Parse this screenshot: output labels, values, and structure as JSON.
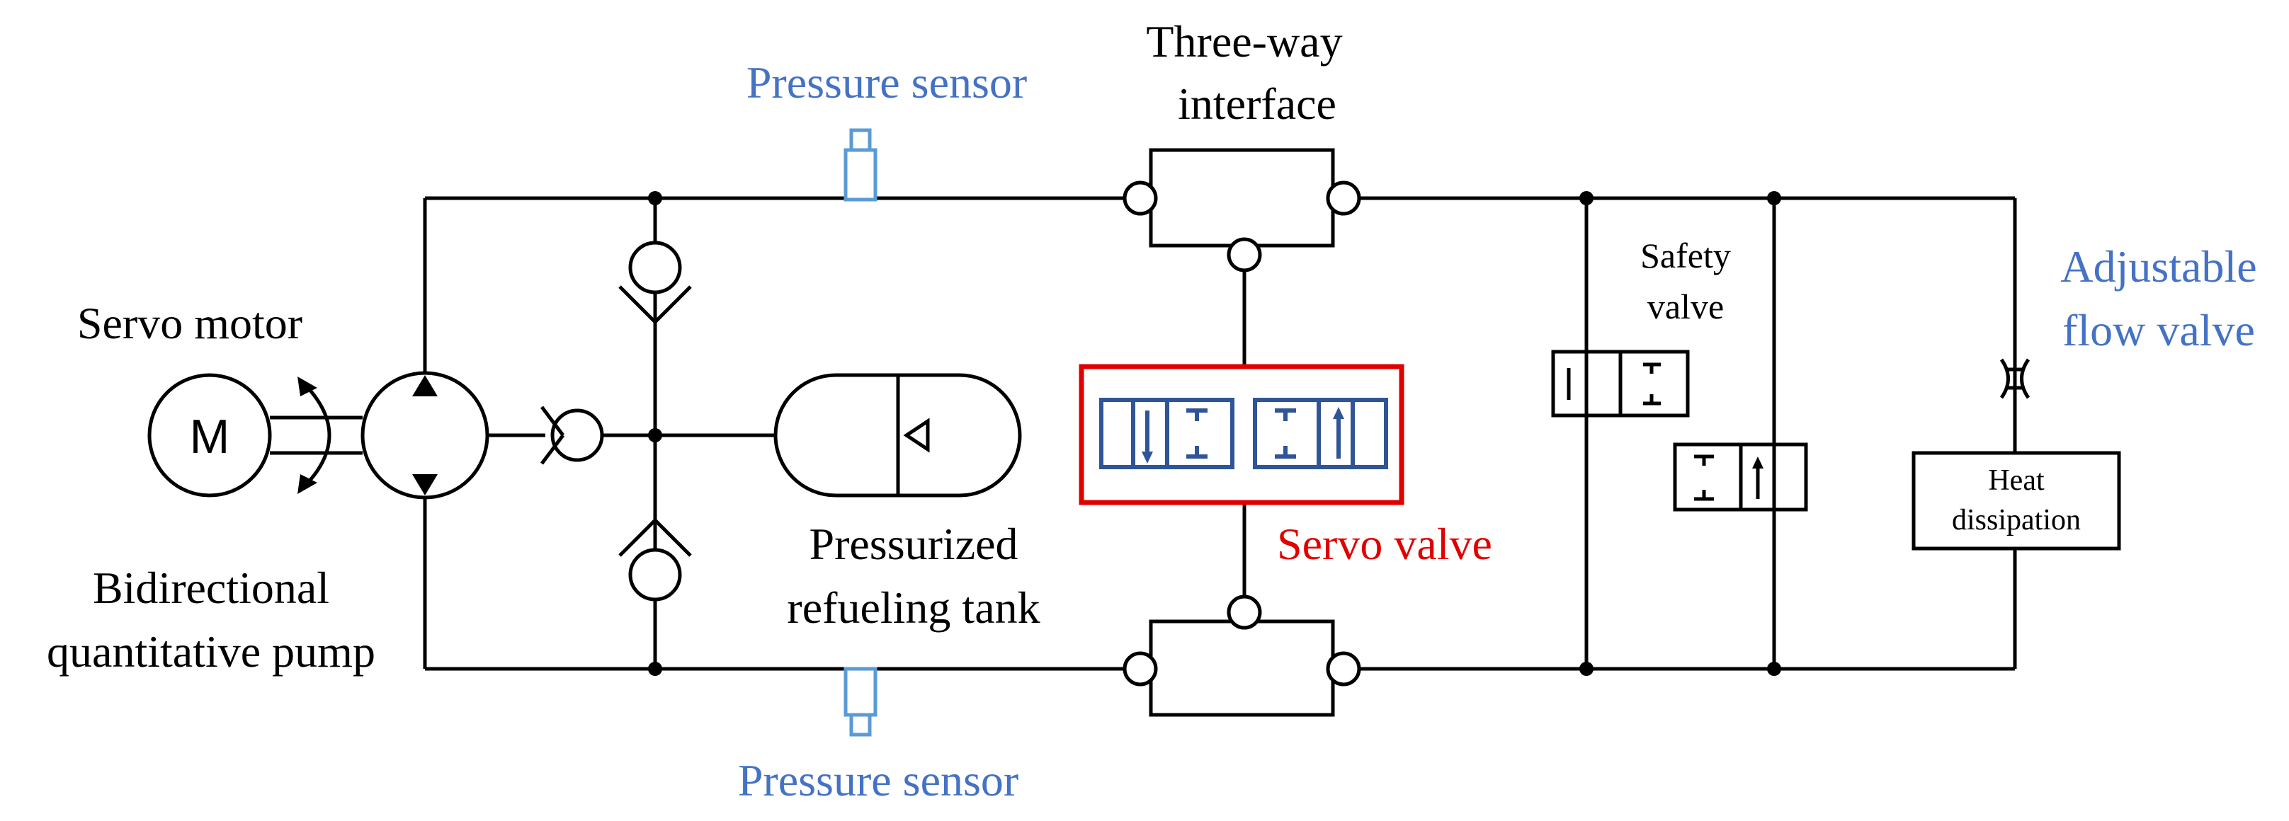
{
  "labels": {
    "pressure_sensor_top": "Pressure sensor",
    "pressure_sensor_bottom": "Pressure sensor",
    "three_way_line1": "Three-way",
    "three_way_line2": "interface",
    "servo_motor": "Servo motor",
    "motor_symbol": "M",
    "pump_line1": "Bidirectional",
    "pump_line2": "quantitative pump",
    "tank_line1": "Pressurized",
    "tank_line2": "refueling tank",
    "servo_valve": "Servo valve",
    "safety_line1": "Safety",
    "safety_line2": "valve",
    "flow_valve_line1": "Adjustable",
    "flow_valve_line2": "flow valve",
    "heat_line1": "Heat",
    "heat_line2": "dissipation"
  },
  "colors": {
    "sensor_label": "#4472C4",
    "sensor_outline": "#5B9BD5",
    "servo_valve_box": "#E00000",
    "servo_valve_label": "#E00000",
    "servo_valve_symbol": "#2F5597",
    "flow_valve_label": "#4472C4",
    "lines": "#000000"
  }
}
